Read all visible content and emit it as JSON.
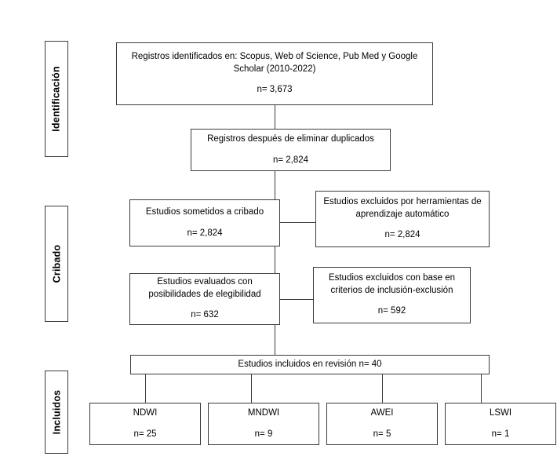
{
  "diagram": {
    "type": "prisma-flow-diagram",
    "language": "es",
    "border_color": "#3b3b3b",
    "background_color": "#ffffff",
    "stages": [
      {
        "name": "identificacion",
        "label": "Identificación"
      },
      {
        "name": "cribado",
        "label": "Cribado"
      },
      {
        "name": "incluidos",
        "label": "Incluidos"
      }
    ],
    "boxes": {
      "records_identified": {
        "title": "Registros identificados en: Scopus, Web of Science, Pub Med y Google Scholar (2010-2022)",
        "count": "n= 3,673"
      },
      "records_after_duplicates": {
        "title": "Registros después de eliminar duplicados",
        "count": "n= 2,824"
      },
      "records_screened": {
        "title": "Estudios sometidos a cribado",
        "count": "n= 2,824"
      },
      "excluded_machine_learning": {
        "title": "Estudios excluidos por herramientas de aprendizaje automático",
        "count": "n= 2,824"
      },
      "full_text_assessed": {
        "title": "Estudios evaluados con posibilidades de elegibilidad",
        "count": "n= 632"
      },
      "excluded_criteria": {
        "title": "Estudios excluidos con base en criterios de inclusión-exclusión",
        "count": "n= 592"
      },
      "studies_included": {
        "title": "Estudios incluidos en revisión n= 40"
      }
    },
    "index_boxes": [
      {
        "name": "ndwi",
        "label": "NDWI",
        "count": "n= 25"
      },
      {
        "name": "mndwi",
        "label": "MNDWI",
        "count": "n= 9"
      },
      {
        "name": "awei",
        "label": "AWEI",
        "count": "n= 5"
      },
      {
        "name": "lswi",
        "label": "LSWI",
        "count": "n= 1"
      }
    ]
  }
}
